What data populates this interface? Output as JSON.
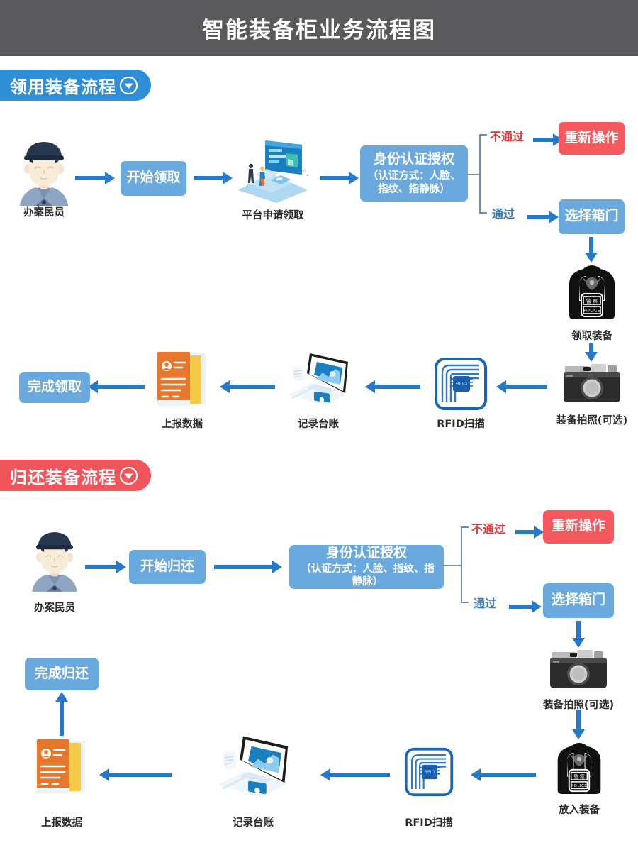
{
  "header": {
    "title": "智能装备柜业务流程图",
    "bg_color": "#5a595c"
  },
  "sections": [
    {
      "id": "flow-1",
      "label": "领用装备流程",
      "color": "#2f8fd6",
      "chevron_icon": "chevron-down-circle-icon"
    },
    {
      "id": "flow-2",
      "label": "归还装备流程",
      "color": "#f0555b",
      "chevron_icon": "chevron-down-circle-icon"
    }
  ],
  "flow1": {
    "actor_caption": "办案民员",
    "actor_icon": "police-officer-avatar-icon",
    "start_box": "开始领取",
    "platform_caption": "平台申请领取",
    "platform_icon": "platform-dashboard-icon",
    "auth_box_main": "身份认证授权",
    "auth_box_sub": "（认证方式：人脸、指纹、指静脉）",
    "branch_fail": "不通过",
    "branch_pass": "通过",
    "retry_box": "重新操作",
    "select_door_box": "选择箱门",
    "backpack_caption": "领取装备",
    "backpack_icon": "police-backpack-icon",
    "camera_caption": "装备拍照(可选)",
    "camera_icon": "camera-icon",
    "rfid_caption": "RFID扫描",
    "rfid_icon": "rfid-tag-icon",
    "ledger_caption": "记录台账",
    "ledger_icon": "laptop-chart-icon",
    "report_caption": "上报数据",
    "report_icon": "document-report-icon",
    "finish_box": "完成领取"
  },
  "flow2": {
    "actor_caption": "办案民员",
    "actor_icon": "police-officer-avatar-icon",
    "start_box": "开始归还",
    "auth_box_main": "身份认证授权",
    "auth_box_sub": "（认证方式：人脸、指纹、指静脉）",
    "branch_fail": "不通过",
    "branch_pass": "通过",
    "retry_box": "重新操作",
    "select_door_box": "选择箱门",
    "camera_caption": "装备拍照(可选)",
    "camera_icon": "camera-icon",
    "backpack_caption": "放入装备",
    "backpack_icon": "police-backpack-icon",
    "rfid_caption": "RFID扫描",
    "rfid_icon": "rfid-tag-icon",
    "ledger_caption": "记录台账",
    "ledger_icon": "laptop-chart-icon",
    "report_caption": "上报数据",
    "report_icon": "document-report-icon",
    "finish_box": "完成归还"
  },
  "colors": {
    "blue_box": "#6aa9dd",
    "red_box": "#f4595e",
    "arrow": "#2878c8",
    "fail_label": "#e03b3b",
    "pass_label": "#3d7fb5",
    "header_bg": "#5a595c",
    "pill_blue": "#2f8fd6",
    "pill_red": "#f0555b"
  },
  "backpack_badge": {
    "cn": "警 察",
    "en": "POLICE"
  },
  "rfid_chip_label": "RFID"
}
